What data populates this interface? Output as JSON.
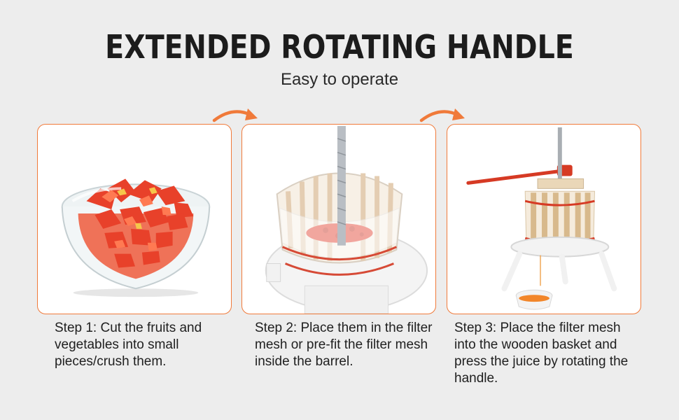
{
  "header": {
    "title": "EXTENDED ROTATING HANDLE",
    "subtitle": "Easy to operate"
  },
  "colors": {
    "accent": "#f07a3a",
    "background": "#ededed",
    "text": "#1f1f1f"
  },
  "steps": [
    {
      "image": "bowl-of-chopped-tomatoes",
      "caption": "Step 1: Cut the fruits and vegetables into small pieces/crush them."
    },
    {
      "image": "filter-mesh-in-barrel",
      "caption": "Step 2: Place them in the filter mesh or pre-fit the filter mesh inside the barrel."
    },
    {
      "image": "fruit-press-with-handle",
      "caption": "Step 3: Place the filter mesh into the wooden basket and press the juice by rotating the handle."
    }
  ],
  "icons": [
    "curved-arrow-icon",
    "curved-arrow-icon"
  ]
}
